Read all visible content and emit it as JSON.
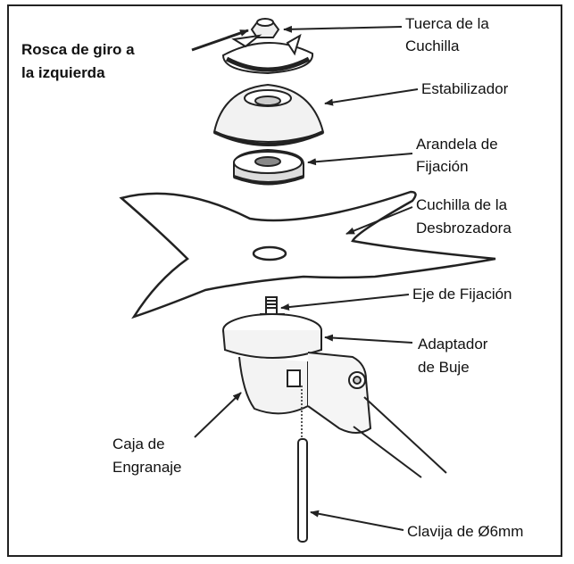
{
  "diagram": {
    "labels": {
      "tuerca_line1": "Tuerca de la",
      "tuerca_line2": "Cuchilla",
      "rosca_line1": "Rosca de giro a",
      "rosca_line2": "la izquierda",
      "estabilizador": "Estabilizador",
      "arandela_line1": "Arandela de",
      "arandela_line2": "Fijación",
      "cuchilla_line1": "Cuchilla de la",
      "cuchilla_line2": "Desbrozadora",
      "eje": "Eje de Fijación",
      "adaptador_line1": "Adaptador",
      "adaptador_line2": "de Buje",
      "caja_line1": "Caja de",
      "caja_line2": "Engranaje",
      "clavija": "Clavija de Ø6mm"
    }
  }
}
